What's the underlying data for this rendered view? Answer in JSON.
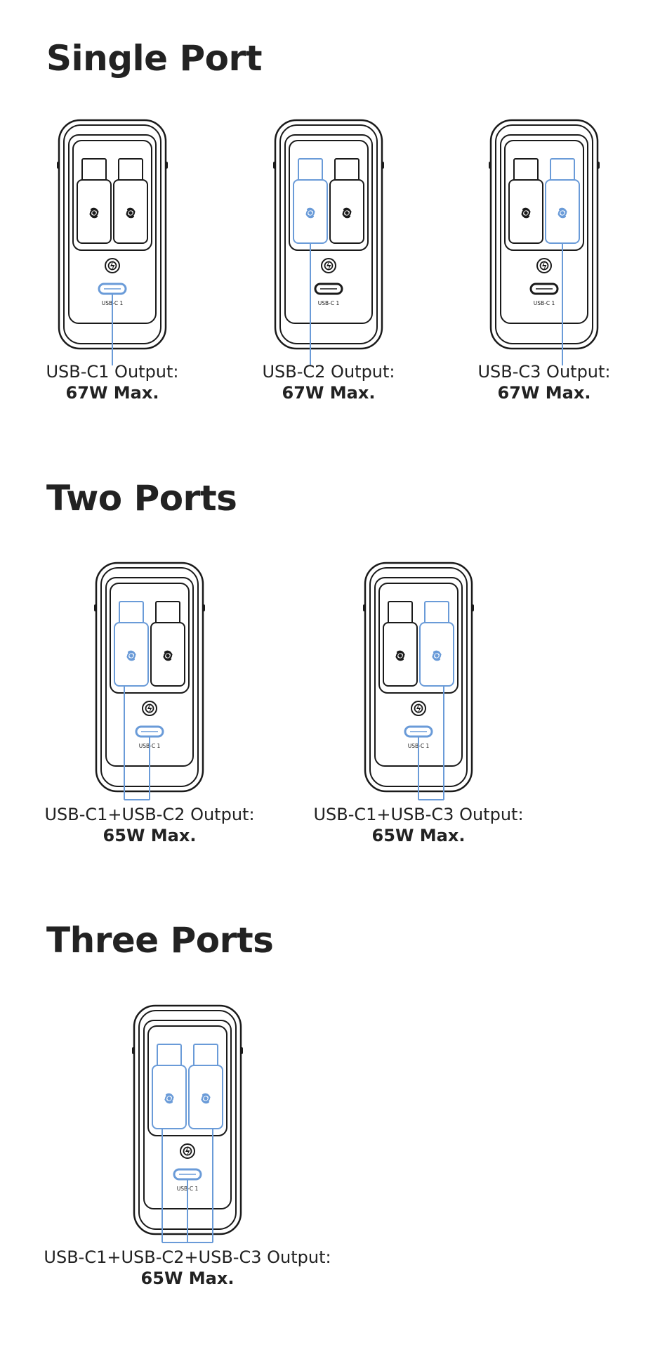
{
  "colors": {
    "text": "#222222",
    "outline": "#1a1a1a",
    "highlight": "#6a9bd8"
  },
  "sections": [
    {
      "title": "Single Port",
      "configs": [
        {
          "port_label": "USB-C 1",
          "active": [
            "c1"
          ],
          "output_label": "USB-C1 Output:",
          "max_label": "67W Max."
        },
        {
          "port_label": "USB-C 1",
          "active": [
            "c2"
          ],
          "output_label": "USB-C2 Output:",
          "max_label": "67W Max."
        },
        {
          "port_label": "USB-C 1",
          "active": [
            "c3"
          ],
          "output_label": "USB-C3 Output:",
          "max_label": "67W Max."
        }
      ]
    },
    {
      "title": "Two Ports",
      "configs": [
        {
          "port_label": "USB-C 1",
          "active": [
            "c1",
            "c2"
          ],
          "output_label": "USB-C1+USB-C2 Output:",
          "max_label": "65W Max."
        },
        {
          "port_label": "USB-C 1",
          "active": [
            "c1",
            "c3"
          ],
          "output_label": "USB-C1+USB-C3 Output:",
          "max_label": "65W Max."
        }
      ]
    },
    {
      "title": "Three Ports",
      "configs": [
        {
          "port_label": "USB-C 1",
          "active": [
            "c1",
            "c2",
            "c3"
          ],
          "output_label": "USB-C1+USB-C2+USB-C3 Output:",
          "max_label": "65W Max."
        }
      ]
    }
  ],
  "icons": {
    "plug_logo": "swirl-logo-icon",
    "brand_logo": "lightning-circle-icon",
    "port": "usb-c-port-icon"
  }
}
